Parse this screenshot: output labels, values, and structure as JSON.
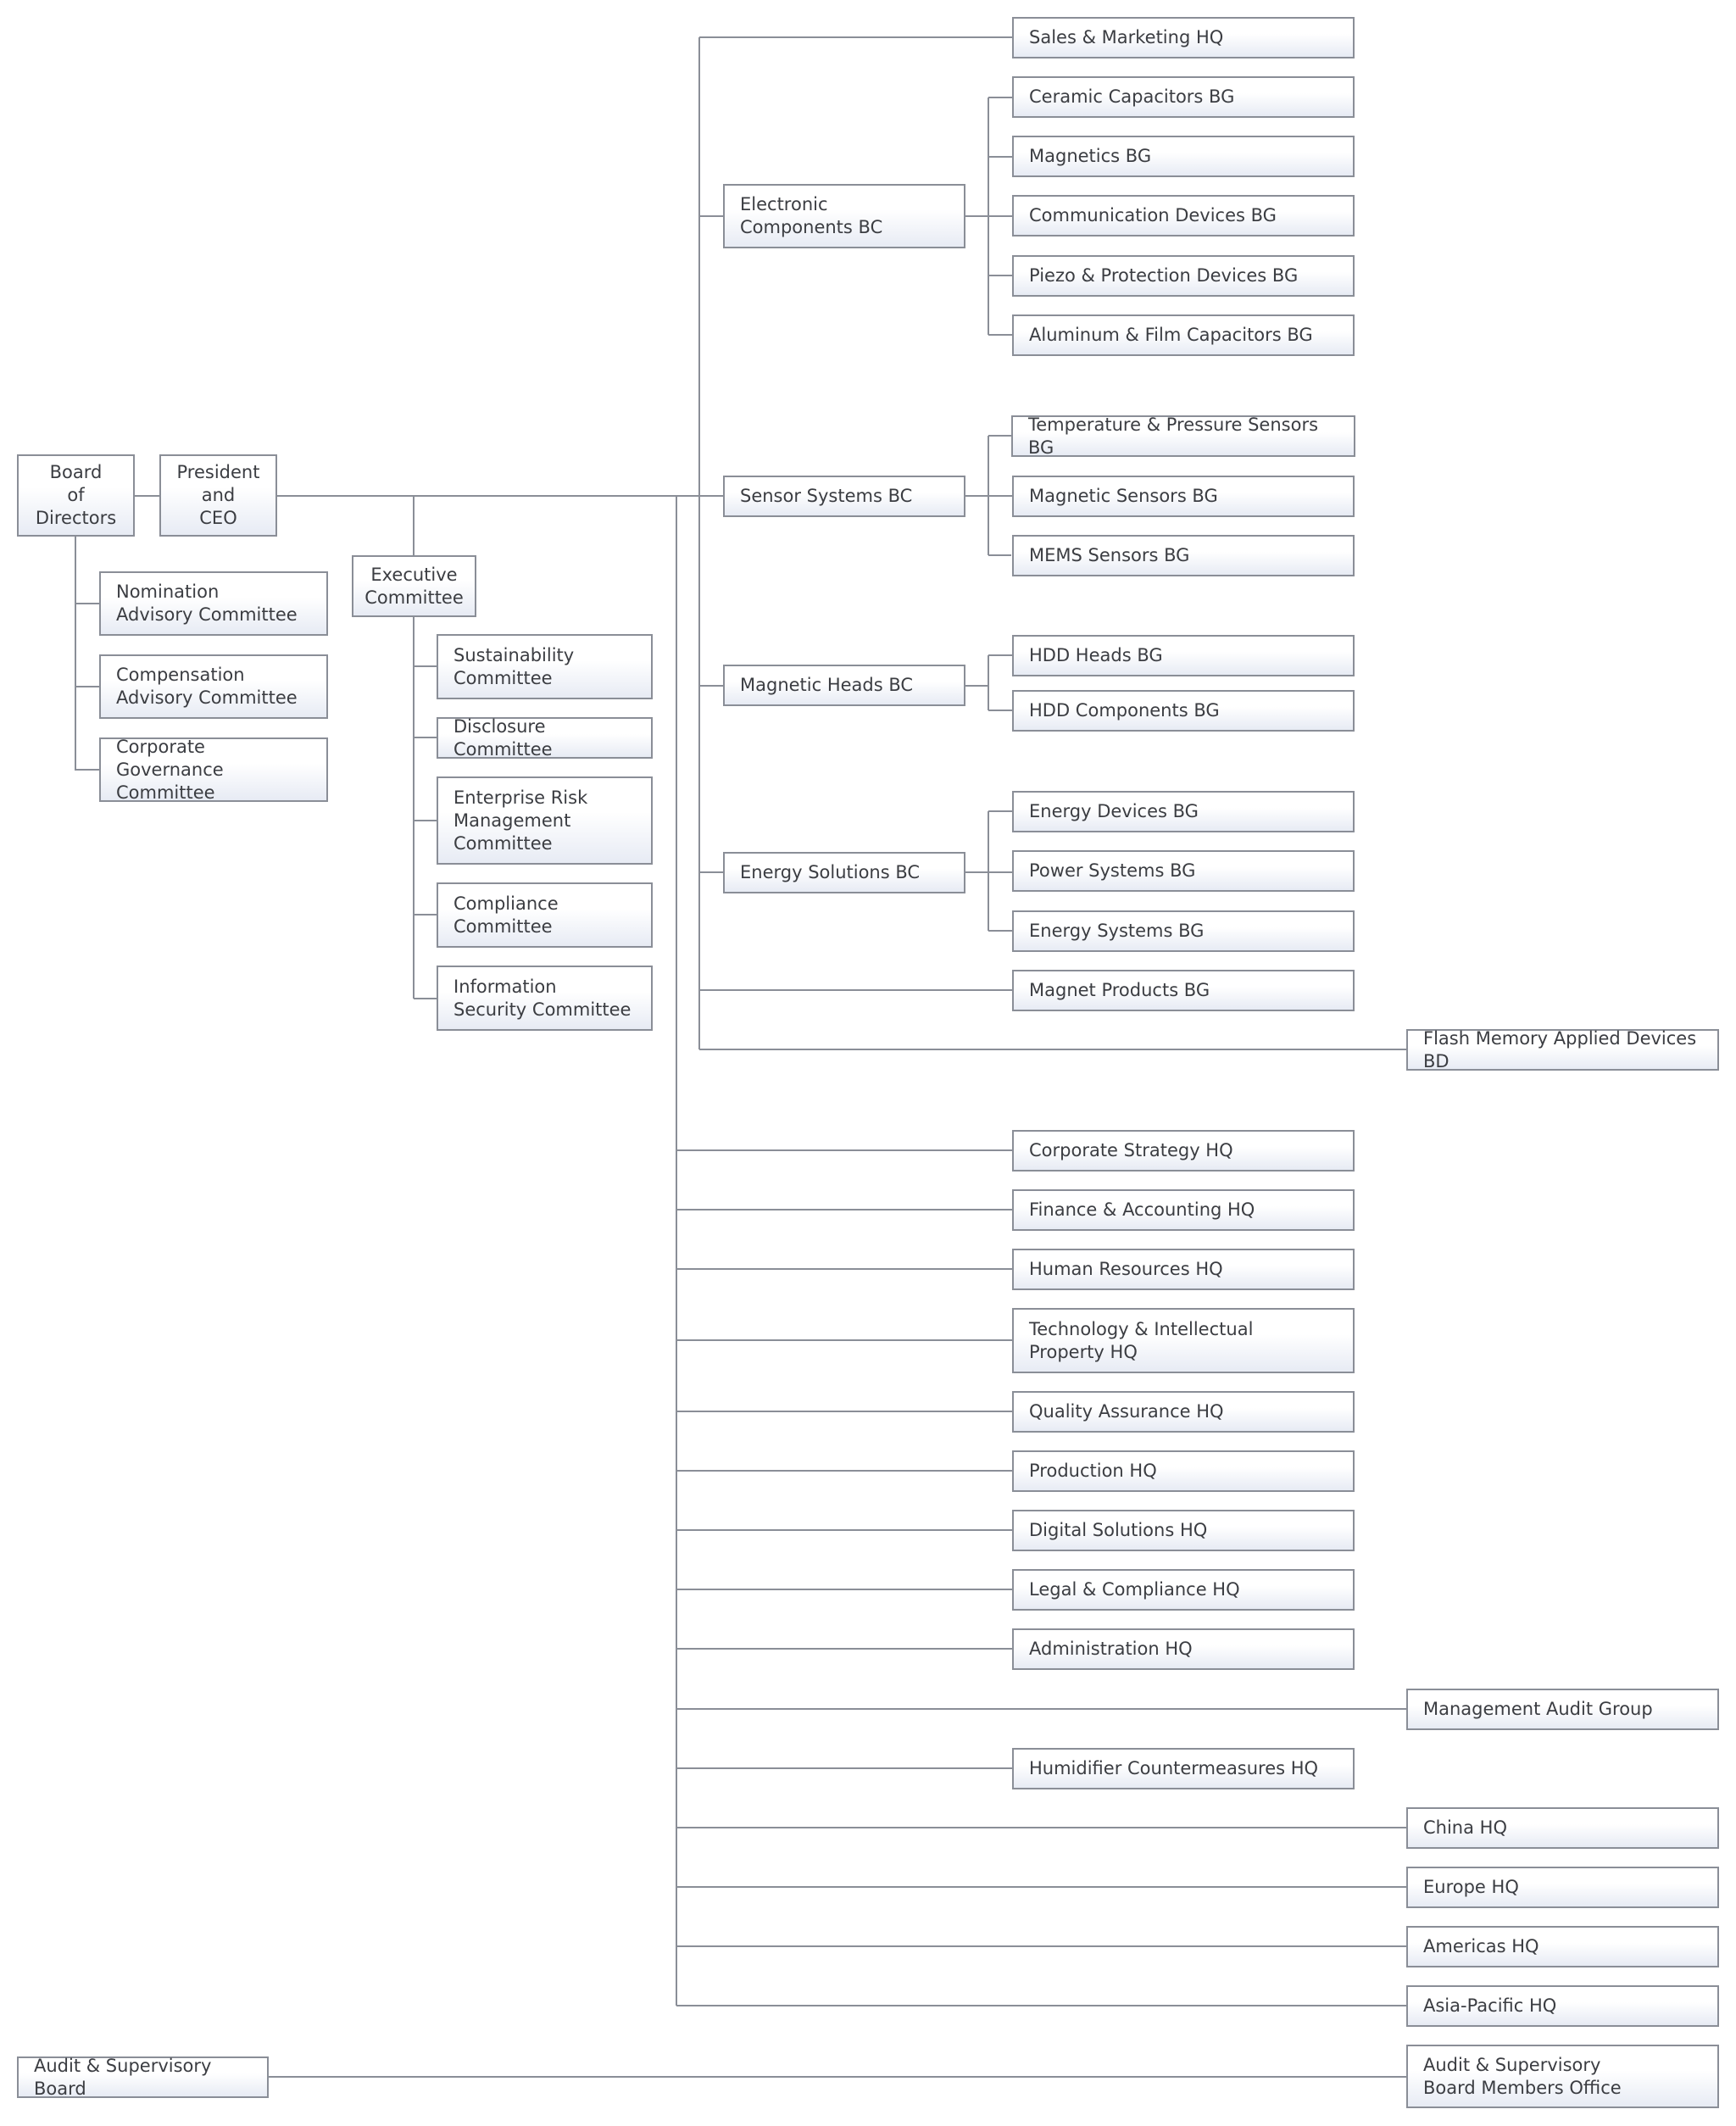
{
  "colors": {
    "line": "#8a8e97",
    "box_border": "#8a8e97",
    "box_fill_bottom": "#e7ebf4",
    "text": "#3b3d42"
  },
  "nodes": {
    "board": "Board\nof\nDirectors",
    "ceo": "President\nand\nCEO",
    "exec": "Executive\nCommittee",
    "nomination": "Nomination\nAdvisory Committee",
    "compensation": "Compensation\nAdvisory Committee",
    "governance": "Corporate\nGovernance Committee",
    "sustainability": "Sustainability\nCommittee",
    "disclosure": "Disclosure Committee",
    "erm": "Enterprise Risk\nManagement\nCommittee",
    "compliance": "Compliance\nCommittee",
    "infosec": "Information\nSecurity Committee",
    "sales": "Sales & Marketing HQ",
    "ecbc": "Electronic\nComponents BC",
    "ceramic": "Ceramic Capacitors BG",
    "magnetics": "Magnetics BG",
    "comm": "Communication Devices BG",
    "piezo": "Piezo & Protection Devices BG",
    "aluminum": "Aluminum & Film Capacitors BG",
    "ssbc": "Sensor Systems BC",
    "temp": "Temperature & Pressure Sensors BG",
    "magsens": "Magnetic Sensors BG",
    "mems": "MEMS Sensors BG",
    "mhbc": "Magnetic Heads BC",
    "hddheads": "HDD Heads BG",
    "hddcomp": "HDD Components BG",
    "esbc": "Energy Solutions BC",
    "energydev": "Energy Devices BG",
    "power": "Power Systems BG",
    "energysys": "Energy Systems BG",
    "magnet": "Magnet Products BG",
    "flash": "Flash Memory Applied Devices BD",
    "strategy": "Corporate Strategy HQ",
    "finance": "Finance & Accounting HQ",
    "hr": "Human Resources HQ",
    "tech": "Technology & Intellectual\nProperty HQ",
    "qa": "Quality Assurance HQ",
    "production": "Production HQ",
    "digital": "Digital Solutions HQ",
    "legal": "Legal & Compliance HQ",
    "admin": "Administration HQ",
    "audit": "Management Audit Group",
    "humidifier": "Humidifier Countermeasures HQ",
    "china": "China HQ",
    "europe": "Europe HQ",
    "americas": "Americas HQ",
    "apac": "Asia-Pacific HQ",
    "asb": "Audit & Supervisory Board",
    "asbo": "Audit & Supervisory\nBoard Members Office"
  }
}
